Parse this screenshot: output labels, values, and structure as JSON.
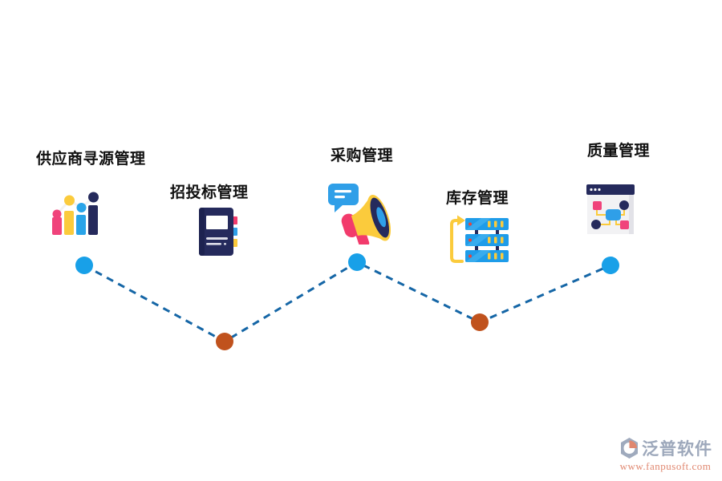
{
  "page": {
    "background": "#ffffff"
  },
  "diagram": {
    "nodes": [
      {
        "id": "supplier-sourcing",
        "label": "供应商寻源管理",
        "icon": "bar-chart-icon",
        "dot_color": "#18A0E8"
      },
      {
        "id": "bidding",
        "label": "招投标管理",
        "icon": "notebook-icon",
        "dot_color": "#C0521D"
      },
      {
        "id": "procurement",
        "label": "采购管理",
        "icon": "megaphone-icon",
        "dot_color": "#18A0E8"
      },
      {
        "id": "inventory",
        "label": "库存管理",
        "icon": "server-stack-icon",
        "dot_color": "#C0521D"
      },
      {
        "id": "quality",
        "label": "质量管理",
        "icon": "flowchart-window-icon",
        "dot_color": "#18A0E8"
      }
    ],
    "connector": {
      "color": "#1566A6",
      "style": "dashed"
    }
  },
  "watermark": {
    "brand": "泛普软件",
    "url": "www.fanpusoft.com",
    "brand_color": "#98A4B8",
    "url_color": "#DF8168"
  },
  "palette": {
    "pink": "#F0437B",
    "yellow": "#FBCB3C",
    "blue": "#29A4E9",
    "navy": "#252A5C",
    "red": "#E8453C",
    "blue_dot": "#18A0E8",
    "orange_dot": "#C0521D",
    "line_blue": "#1566A6"
  }
}
